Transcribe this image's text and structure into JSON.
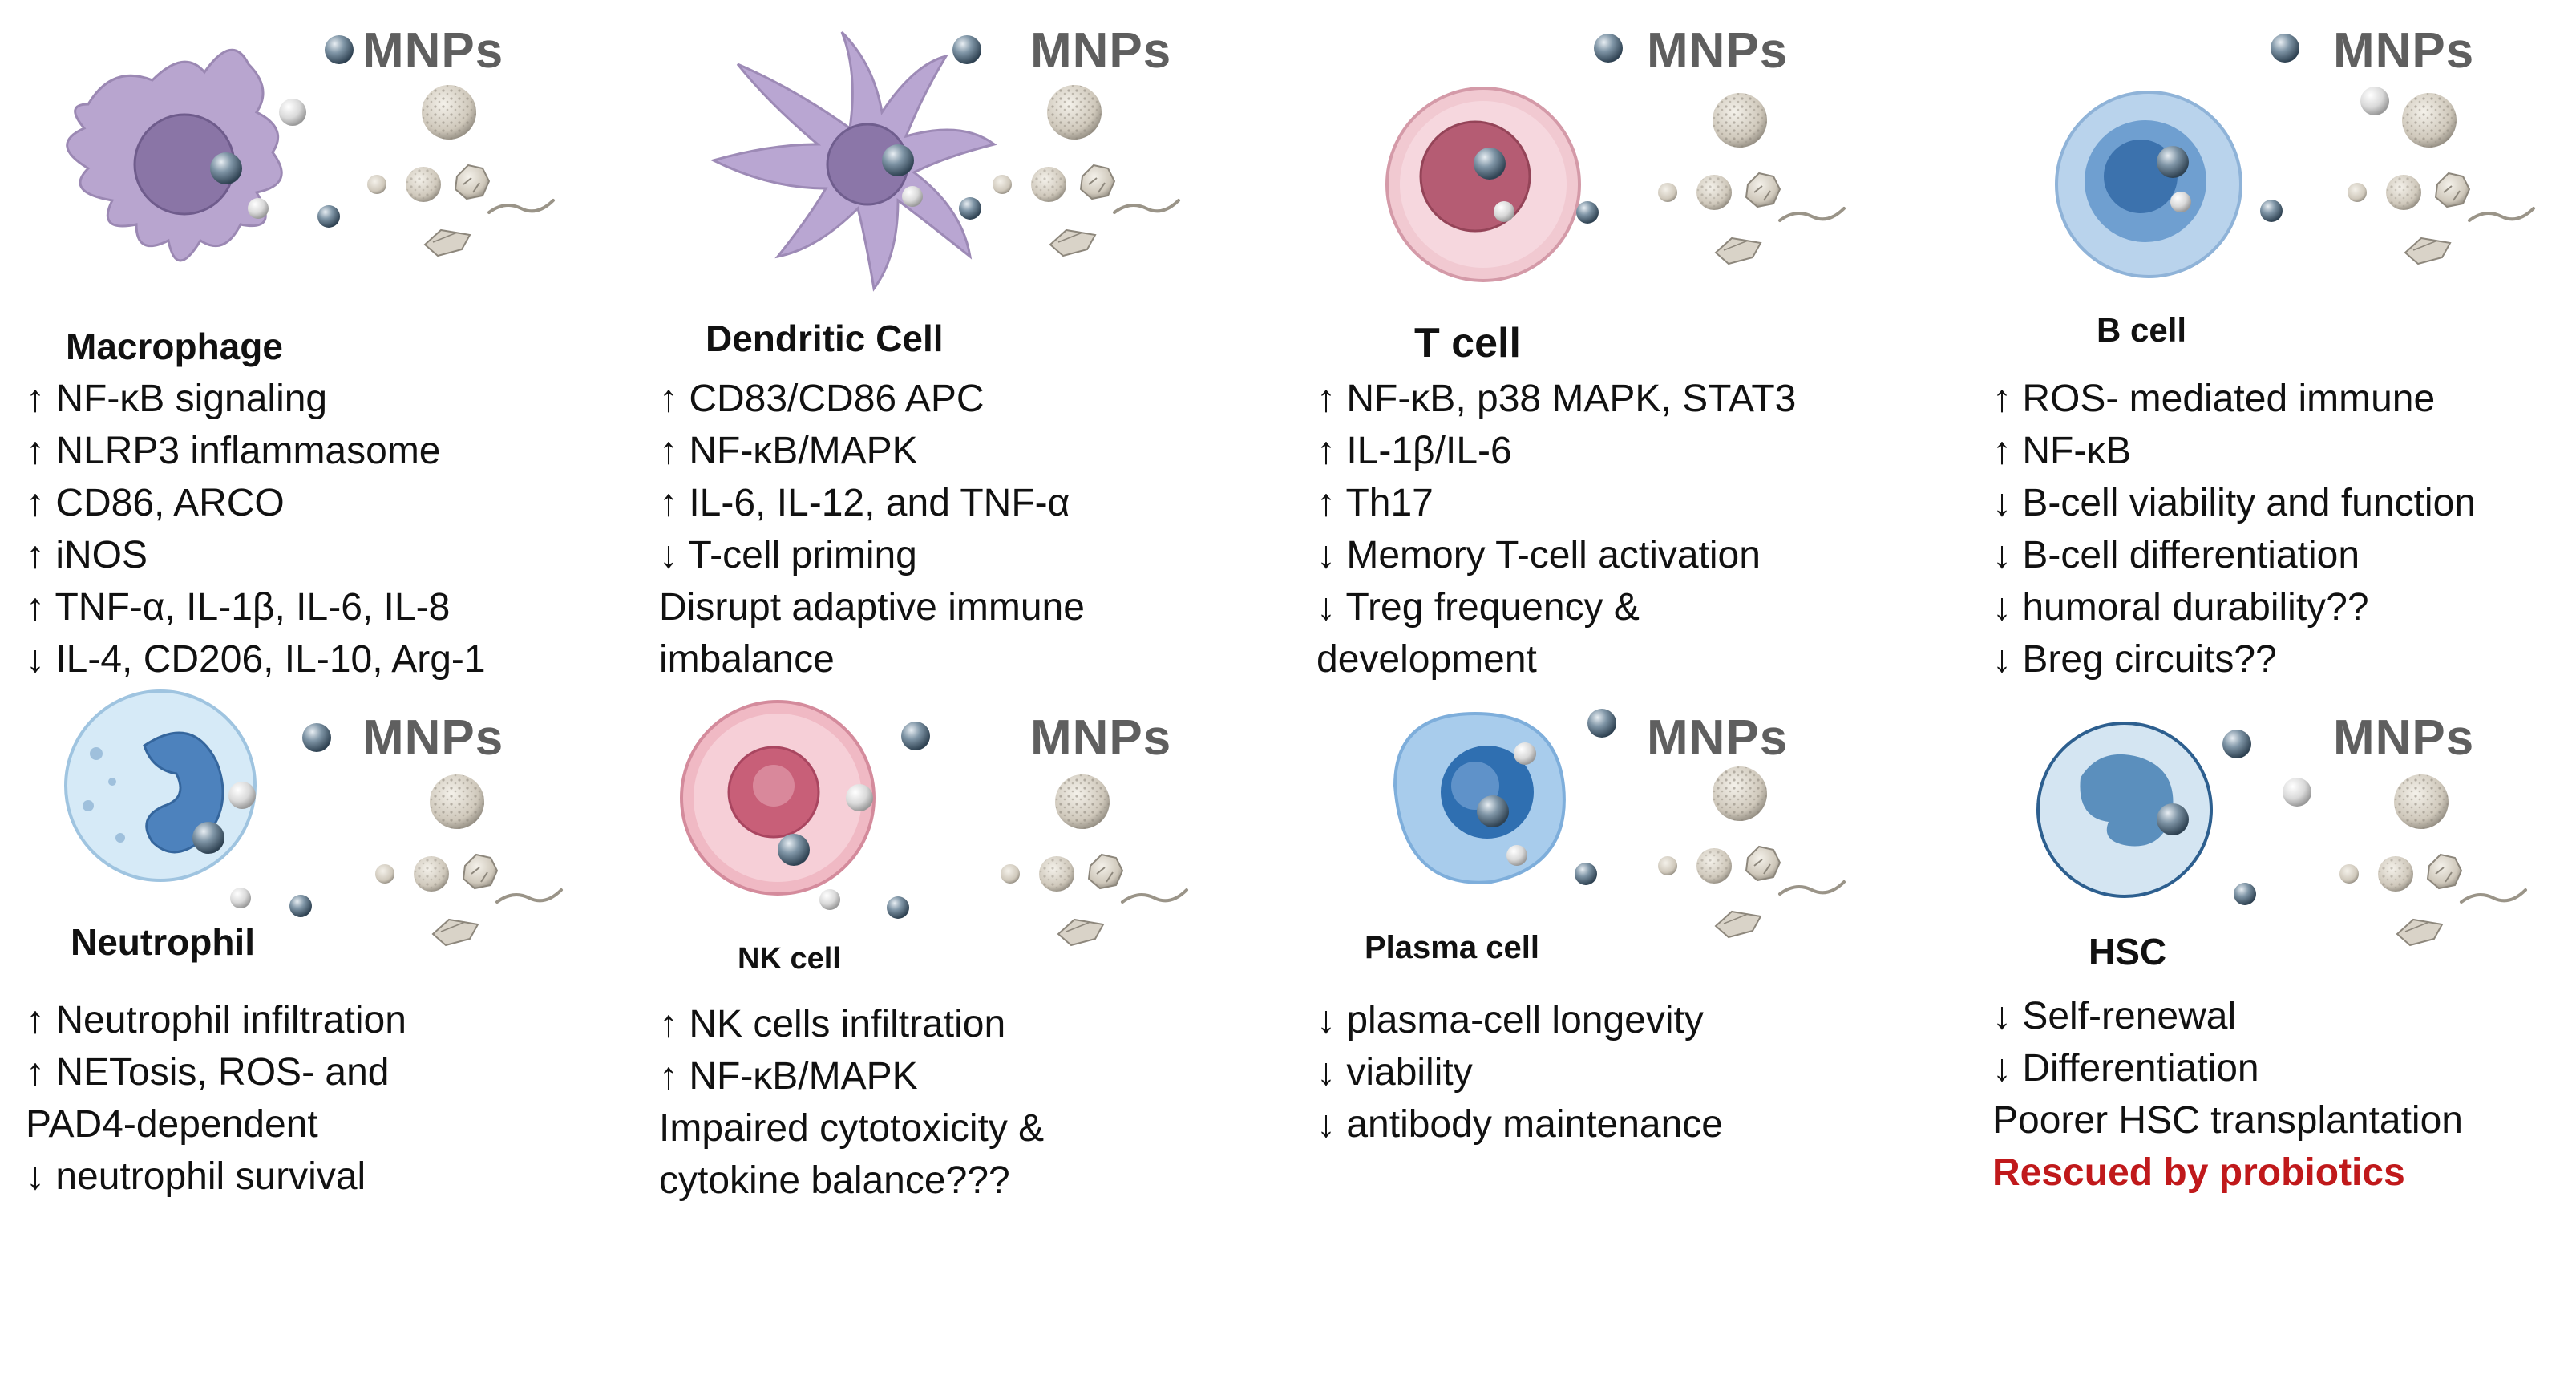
{
  "mnps_label": "MNPs",
  "colors": {
    "macrophage_body": "#b8a5cf",
    "macrophage_nucleus": "#8a75a6",
    "dendritic_body": "#b9a6d2",
    "dendritic_nucleus": "#8b76a8",
    "tcell_outer": "#f1c9d1",
    "tcell_nucleus": "#b55c73",
    "bcell_outer": "#b9d3ec",
    "bcell_nucleus": "#3c72ad",
    "neutrophil_body": "#d6eaf7",
    "neutrophil_nucleus": "#4d82bd",
    "nk_outer": "#f0b9c4",
    "nk_nucleus": "#c85f78",
    "plasma_body": "#a8ccec",
    "plasma_nucleus": "#2f6fb1",
    "hsc_outer": "#d4e5f2",
    "hsc_nucleus": "#5b8fbd",
    "mnp_label": "#5f5f5f",
    "highlight_red": "#c0191b"
  },
  "panels": [
    {
      "cell_name": "Macrophage",
      "lines": [
        "↑ NF-κB signaling",
        "↑ NLRP3 inflammasome",
        "↑ CD86, ARCO",
        "↑ iNOS",
        "↑ TNF-α, IL-1β, IL-6, IL-8",
        "↓ IL-4, CD206, IL-10, Arg-1"
      ]
    },
    {
      "cell_name": "Dendritic Cell",
      "lines": [
        "↑ CD83/CD86 APC",
        "↑ NF-κB/MAPK",
        "↑ IL-6, IL-12, and TNF-α",
        "↓ T-cell priming",
        "Disrupt adaptive immune",
        "imbalance"
      ]
    },
    {
      "cell_name": "T cell",
      "lines": [
        "↑ NF-κB, p38 MAPK, STAT3",
        "↑ IL-1β/IL-6",
        "↑ Th17",
        "↓ Memory T-cell activation",
        "↓ Treg frequency &",
        "development"
      ]
    },
    {
      "cell_name": "B cell",
      "lines": [
        "↑ ROS- mediated immune",
        "↑ NF-κB",
        "↓ B-cell viability and function",
        "↓ B-cell differentiation",
        "↓ humoral durability??",
        "↓ Breg circuits??"
      ]
    },
    {
      "cell_name": "Neutrophil",
      "lines": [
        "↑ Neutrophil infiltration",
        "↑ NETosis, ROS- and",
        "PAD4-dependent",
        "↓ neutrophil survival"
      ]
    },
    {
      "cell_name": "NK cell",
      "lines": [
        "↑ NK cells infiltration",
        "↑ NF-κB/MAPK",
        "Impaired cytotoxicity &",
        "cytokine balance???"
      ]
    },
    {
      "cell_name": "Plasma cell",
      "lines": [
        "↓ plasma-cell longevity",
        "↓ viability",
        "↓ antibody maintenance"
      ]
    },
    {
      "cell_name": "HSC",
      "lines": [
        "↓ Self-renewal",
        "↓ Differentiation",
        "Poorer HSC transplantation"
      ],
      "highlight": "Rescued by probiotics"
    }
  ]
}
